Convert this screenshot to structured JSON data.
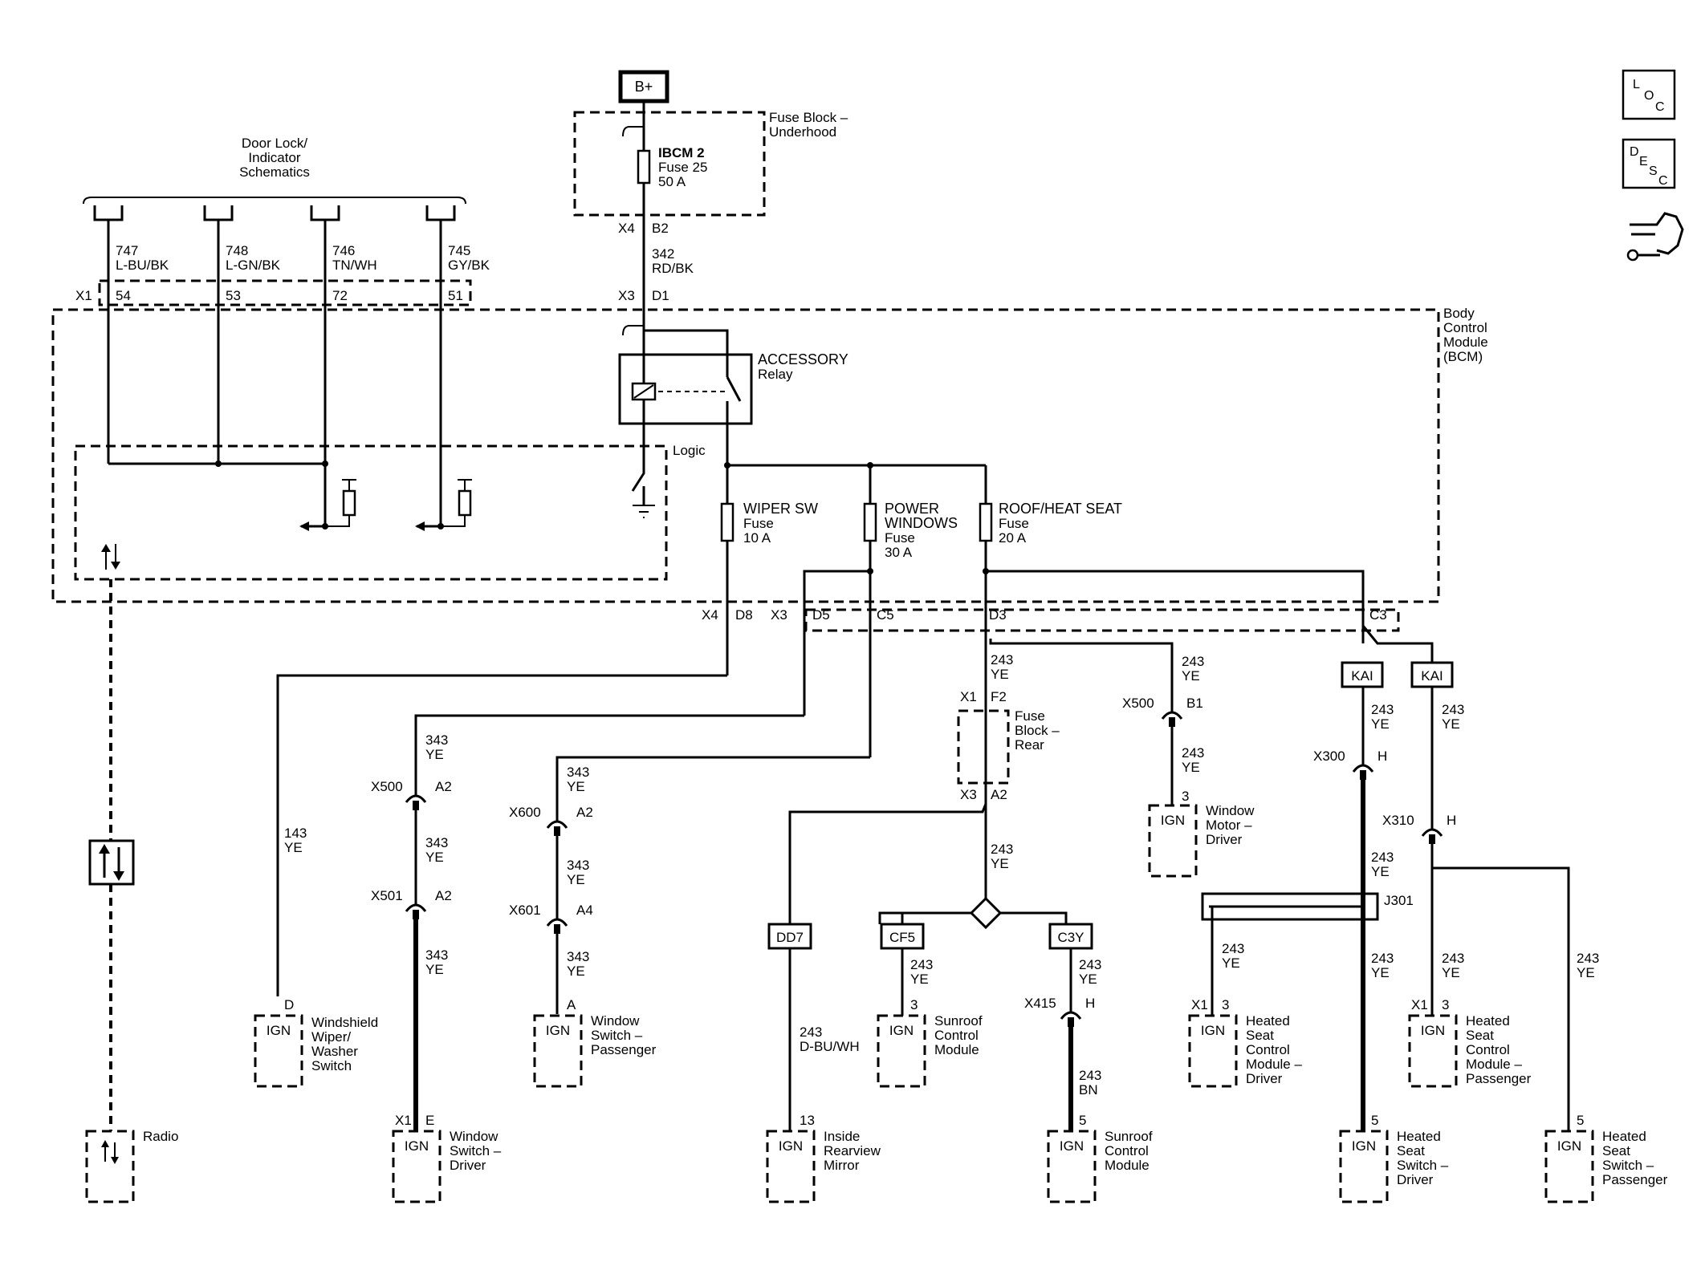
{
  "battery": "B+",
  "nav": {
    "loc": [
      "L",
      "O",
      "C"
    ],
    "desc": [
      "D",
      "E",
      "S",
      "C"
    ],
    "icon": "wrench-hand-icon"
  },
  "fuse_block_underhood": {
    "label": [
      "Fuse Block –",
      "Underhood"
    ],
    "fuse": [
      "IBCM 2",
      "Fuse 25",
      "50 A"
    ],
    "conn_x4": "X4",
    "pin_b2": "B2",
    "wire": [
      "342",
      "RD/BK"
    ],
    "conn_x3": "X3",
    "pin_d1": "D1"
  },
  "door_lock": {
    "label": [
      "Door Lock/",
      "Indicator",
      "Schematics"
    ],
    "conn": "X1",
    "wires": [
      {
        "circuit": "747",
        "color": "L-BU/BK",
        "pin": "54"
      },
      {
        "circuit": "748",
        "color": "L-GN/BK",
        "pin": "53"
      },
      {
        "circuit": "746",
        "color": "TN/WH",
        "pin": "72"
      },
      {
        "circuit": "745",
        "color": "GY/BK",
        "pin": "51"
      }
    ]
  },
  "bcm": {
    "label": [
      "Body",
      "Control",
      "Module",
      "(BCM)"
    ],
    "relay": [
      "ACCESSORY",
      "Relay"
    ],
    "logic": "Logic",
    "fuses": [
      [
        "WIPER SW",
        "Fuse",
        "10 A"
      ],
      [
        "POWER",
        "WINDOWS",
        "Fuse",
        "30 A"
      ],
      [
        "ROOF/HEAT SEAT",
        "Fuse",
        "20 A"
      ]
    ],
    "pins": {
      "x4": "X4",
      "d8": "D8",
      "x3": "X3",
      "d5": "D5",
      "c5": "C5",
      "d3": "D3",
      "c3": "C3"
    }
  },
  "wires": {
    "w143": [
      "143",
      "YE"
    ],
    "w343": [
      "343",
      "YE"
    ],
    "w243": [
      "243",
      "YE"
    ],
    "w243dbu": [
      "243",
      "D-BU/WH"
    ],
    "w243bn": [
      "243",
      "BN"
    ]
  },
  "connectors": {
    "x500": "X500",
    "x501": "X501",
    "x600": "X600",
    "x601": "X601",
    "a2": "A2",
    "a4": "A4",
    "x1": "X1",
    "f2": "F2",
    "x3": "X3",
    "b1": "B1",
    "x300": "X300",
    "x310": "X310",
    "h": "H",
    "x415": "X415",
    "j301": "J301"
  },
  "fuse_block_rear": [
    "Fuse",
    "Block –",
    "Rear"
  ],
  "kai": "KAI",
  "splices": [
    "DD7",
    "CF5",
    "C3Y"
  ],
  "ign": "IGN",
  "components": {
    "wiper": [
      "Windshield",
      "Wiper/",
      "Washer",
      "Switch"
    ],
    "wiper_pin": "D",
    "win_driver": [
      "Window",
      "Switch –",
      "Driver"
    ],
    "win_driver_pin": "E",
    "win_pass": [
      "Window",
      "Switch –",
      "Passenger"
    ],
    "win_pass_pin": "A",
    "mirror": [
      "Inside",
      "Rearview",
      "Mirror"
    ],
    "mirror_pin": "13",
    "sunroof": [
      "Sunroof",
      "Control",
      "Module"
    ],
    "pin3": "3",
    "pin5": "5",
    "win_motor": [
      "Window",
      "Motor –",
      "Driver"
    ],
    "hs_ctrl_driver": [
      "Heated",
      "Seat",
      "Control",
      "Module –",
      "Driver"
    ],
    "hs_ctrl_pass": [
      "Heated",
      "Seat",
      "Control",
      "Module –",
      "Passenger"
    ],
    "hs_sw_driver": [
      "Heated",
      "Seat",
      "Switch –",
      "Driver"
    ],
    "hs_sw_pass": [
      "Heated",
      "Seat",
      "Switch –",
      "Passenger"
    ],
    "radio": "Radio"
  }
}
